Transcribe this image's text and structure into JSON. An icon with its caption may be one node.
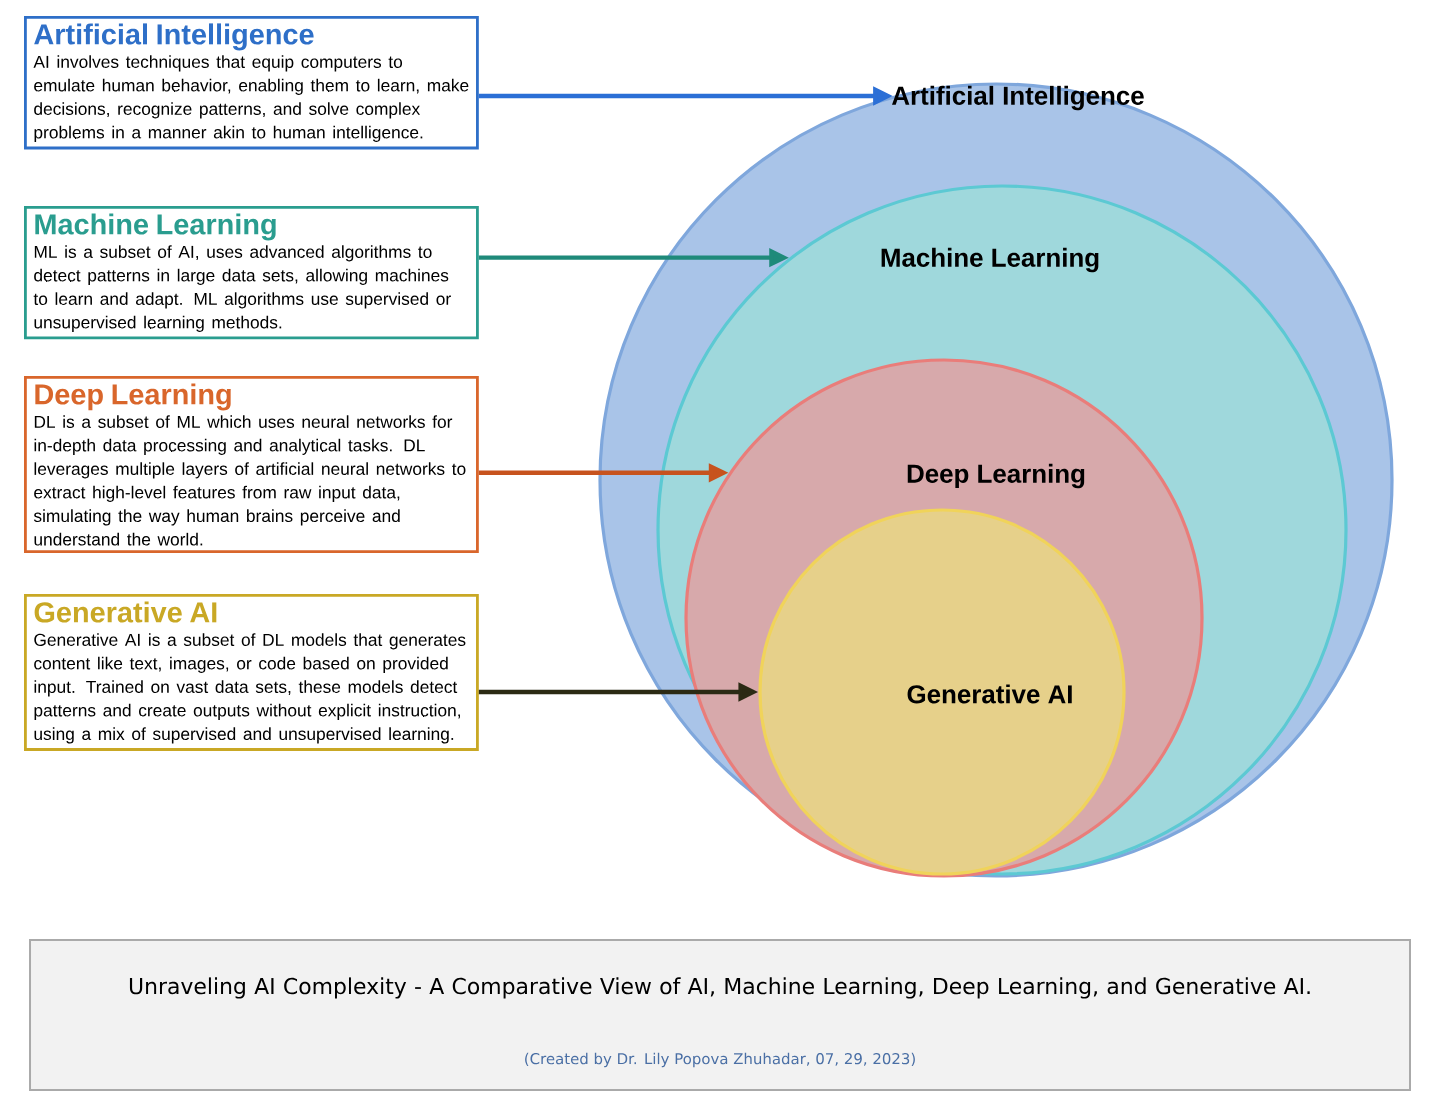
{
  "diagram": {
    "caption": "Unraveling AI Complexity - A Comparative View of AI, Machine Learning, Deep Learning, and Generative AI.",
    "nodes": [
      {
        "text": [
          "Artificial Intelligence",
          "AI involves techniques that equip computers to emulate human behavior, enabling them to learn, make decisions, recognize patterns, and solve complex problems in a manner akin to human intelligence."
        ]
      },
      {
        "text": [
          "Machine Learning",
          "ML is a subset of AI, uses advanced algorithms to detect patterns in large data sets, allowing machines to learn and adapt. ML algorithms use supervised or unsupervised learning methods."
        ]
      },
      {
        "text": [
          "Deep Learning",
          "DL is a subset of ML which uses neural networks for in-depth data processing and analytical tasks. DL leverages multiple layers of artificial neural networks to extract high-level features from raw input data, simulating the way human brains perceive and understand the world."
        ]
      },
      {
        "text": [
          "Generative AI",
          "Generative AI is a subset of DL models that generates content like text, images, or code based on provided input. Trained on vast data sets, these models detect patterns and create outputs without explicit instruction, using a mix of supervised and unsupervised learning."
        ]
      },
      {
        "text": [
          "Artificial Intelligence"
        ]
      },
      {
        "text": [
          "Machine Learning"
        ],
        "in": 4
      },
      {
        "text": [
          "Deep Learning"
        ],
        "in": 5
      },
      {
        "text": [
          "Generative AI"
        ],
        "in": 6
      }
    ],
    "edges": [
      {
        "from": 0,
        "to": 4,
        "arrow": "to",
        "color": "#2b6fd6"
      },
      {
        "from": 1,
        "to": 5,
        "arrow": "to",
        "color": "#1f8a7a"
      },
      {
        "from": 2,
        "to": 6,
        "arrow": "to",
        "color": "#c7531e"
      },
      {
        "from": 3,
        "to": 7,
        "arrow": "to",
        "color": "#2b2a14"
      }
    ],
    "labels": [
      "(Created by Dr. Lily Popova Zhuhadar, 07, 29, 2023)"
    ]
  }
}
